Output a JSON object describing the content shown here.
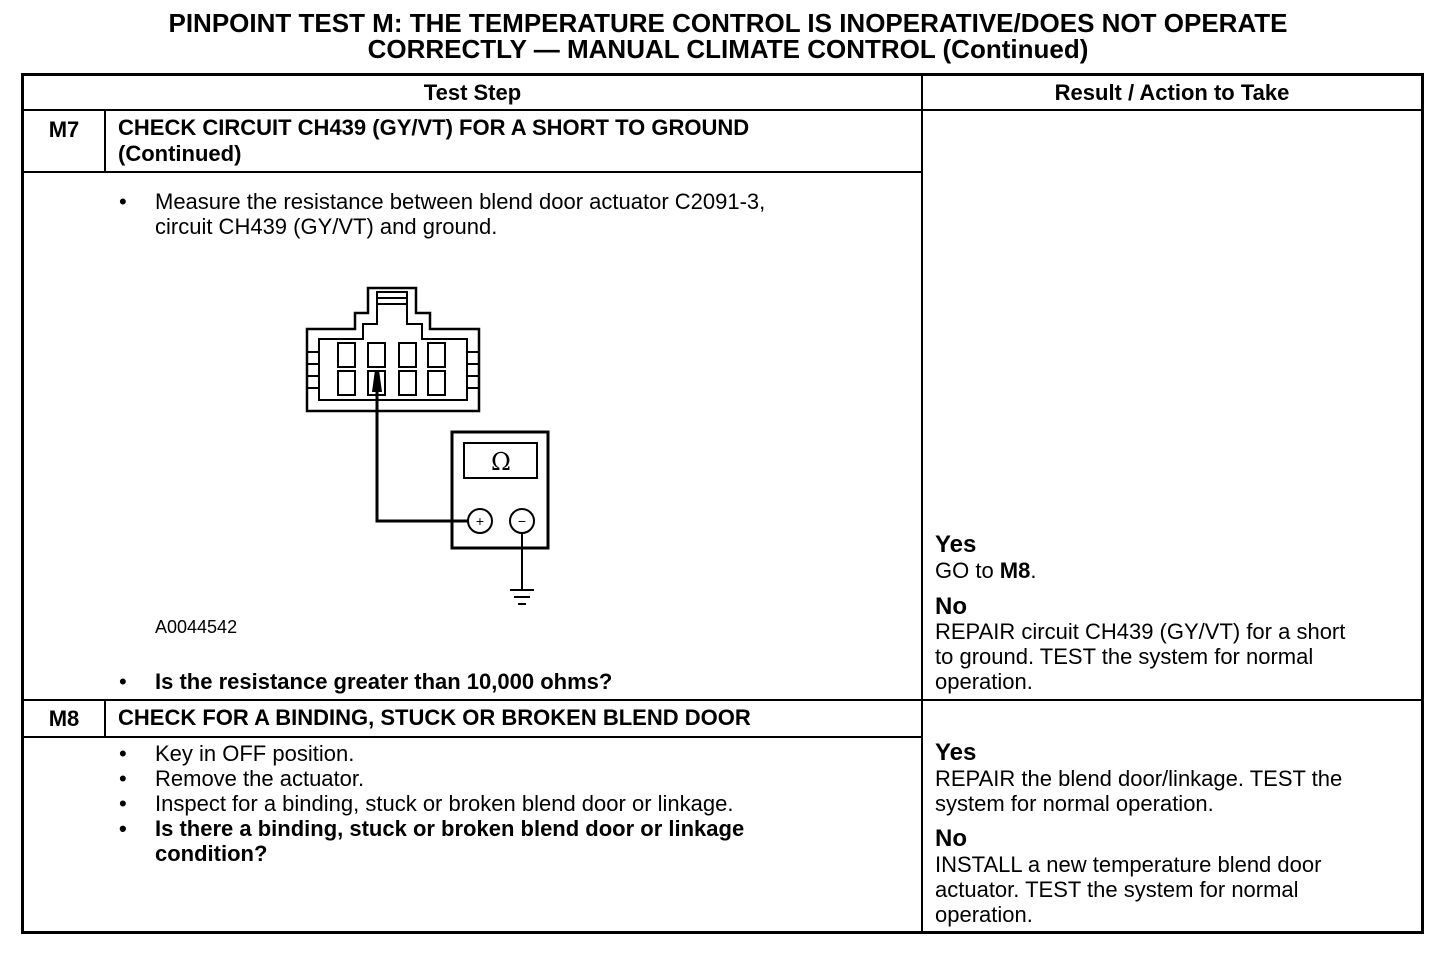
{
  "title_line1": "PINPOINT TEST  M: THE TEMPERATURE CONTROL IS INOPERATIVE/DOES NOT OPERATE",
  "title_line2": "CORRECTLY — MANUAL CLIMATE CONTROL (Continued)",
  "headers": {
    "test_step": "Test Step",
    "result_action": "Result / Action to Take"
  },
  "m7": {
    "id": "M7",
    "title_line1": "CHECK CIRCUIT CH439 (GY/VT) FOR A SHORT TO GROUND",
    "title_line2": "(Continued)",
    "bullet1_line1": "Measure the resistance between blend door actuator C2091-3,",
    "bullet1_line2": "circuit CH439 (GY/VT) and ground.",
    "figure_id": "A0044542",
    "meter_symbol": "Ω",
    "plus": "+",
    "minus": "−",
    "question": "Is the resistance greater than 10,000 ohms?",
    "yes_label": "Yes",
    "yes_prefix": "GO to ",
    "yes_target": "M8",
    "yes_suffix": ".",
    "no_label": "No",
    "no_line1": "REPAIR circuit CH439 (GY/VT) for a short",
    "no_line2": "to ground. TEST the system for normal",
    "no_line3": "operation."
  },
  "m8": {
    "id": "M8",
    "title": "CHECK FOR A BINDING, STUCK OR BROKEN BLEND DOOR",
    "bullet1": "Key in OFF position.",
    "bullet2": "Remove the actuator.",
    "bullet3": "Inspect for a binding, stuck or broken blend door or linkage.",
    "bullet4_line1": "Is there a binding, stuck or broken blend door or linkage",
    "bullet4_line2": "condition?",
    "yes_label": "Yes",
    "yes_line1": "REPAIR the blend door/linkage. TEST the",
    "yes_line2": "system for normal operation.",
    "no_label": "No",
    "no_line1": "INSTALL a new temperature blend door",
    "no_line2": "actuator. TEST the system for normal",
    "no_line3": "operation."
  },
  "bullet_char": "•"
}
